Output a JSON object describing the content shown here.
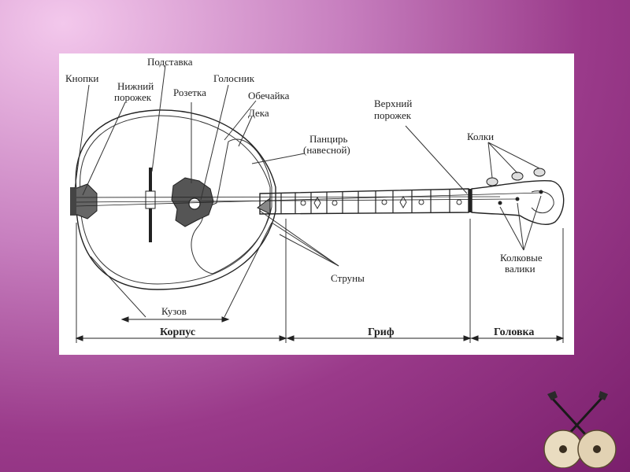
{
  "diagram": {
    "labels": {
      "knopki": "Кнопки",
      "nizhniy_1": "Нижний",
      "nizhniy_2": "порожек",
      "podstavka": "Подставка",
      "rozetka": "Розетка",
      "golosnik": "Голосник",
      "obechayka": "Обечайка",
      "deka": "Дека",
      "pantsir_1": "Панцирь",
      "pantsir_2": "(навесной)",
      "verkhniy_1": "Верхний",
      "verkhniy_2": "порожек",
      "kolki": "Колки",
      "kolkovye_1": "Колковые",
      "kolkovye_2": "валики",
      "struny": "Струны",
      "kuzov": "Кузов"
    },
    "sections": {
      "korpus": "Корпус",
      "grif": "Гриф",
      "golovka": "Головка"
    }
  },
  "colors": {
    "background_light": "#f3c8ec",
    "background_dark": "#7a1f6c",
    "card": "#ffffff",
    "ink": "#222222"
  }
}
